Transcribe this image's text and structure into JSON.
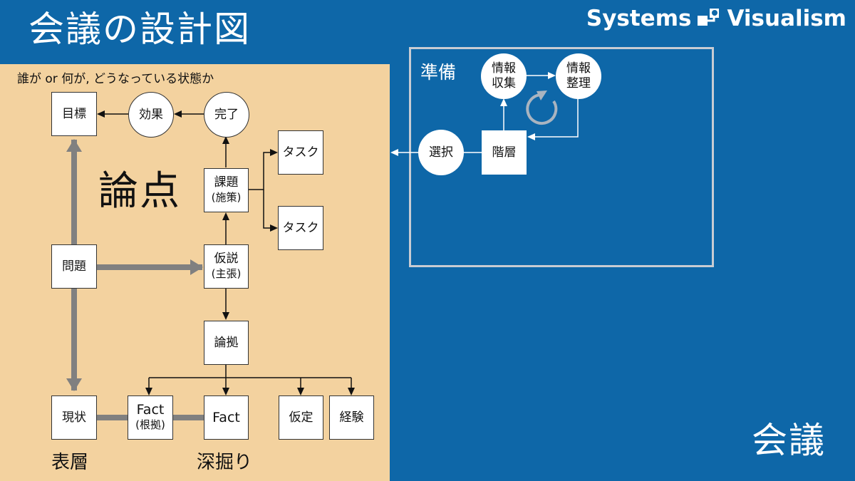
{
  "title": "会議の設計図",
  "brand": {
    "left": "Systems",
    "right": "Visualism"
  },
  "panel": {
    "subtitle": "誰が or 何が, どうなっている状態か",
    "big_label": "論点",
    "bottom_left_label": "表層",
    "bottom_right_label": "深掘り",
    "nodes": {
      "goal": "目標",
      "effect": "効果",
      "done": "完了",
      "task_1": "タスク",
      "task_2": "タスク",
      "issue_main": "課題",
      "issue_sub": "(施策)",
      "problem": "問題",
      "hypothesis_main": "仮説",
      "hypothesis_sub": "(主張)",
      "basis": "論拠",
      "current": "現状",
      "fact_1_main": "Fact",
      "fact_1_sub": "(根拠)",
      "fact_2": "Fact",
      "assumption": "仮定",
      "experience": "経験"
    }
  },
  "prep": {
    "label": "準備",
    "nodes": {
      "collect_1": "情報",
      "collect_2": "収集",
      "organize_1": "情報",
      "organize_2": "整理",
      "select": "選択",
      "hierarchy": "階層"
    }
  },
  "meeting_label": "会議",
  "colors": {
    "background": "#0e67a8",
    "panel": "#f3d29f",
    "gray_arrow": "#808080",
    "frame": "#c8ccd3"
  }
}
